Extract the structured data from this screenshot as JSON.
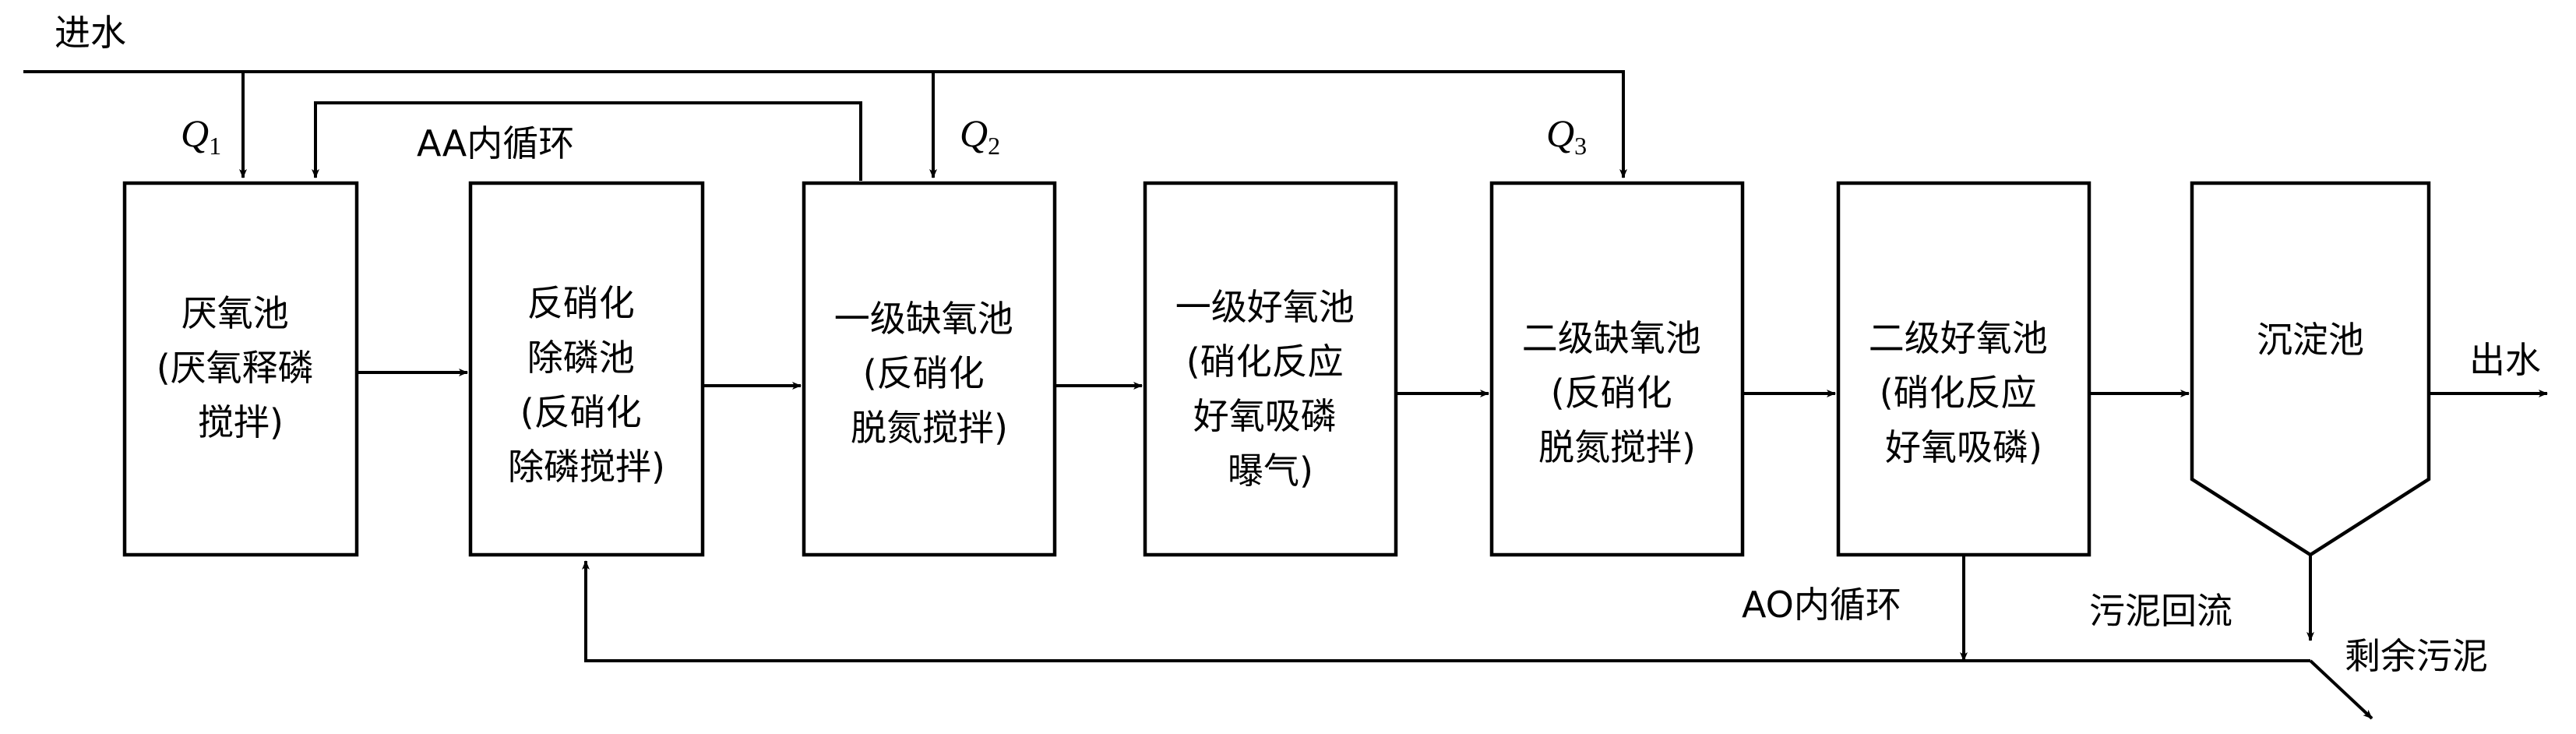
{
  "inflow_label": "进水",
  "outflow_label": "出水",
  "flow_splits": [
    {
      "symbol": "Q",
      "sub": "1"
    },
    {
      "symbol": "Q",
      "sub": "2"
    },
    {
      "symbol": "Q",
      "sub": "3"
    }
  ],
  "tanks": [
    {
      "lines": [
        "厌氧池",
        "(厌氧释磷",
        "搅拌)"
      ]
    },
    {
      "lines": [
        "反硝化",
        "除磷池",
        "(反硝化",
        "除磷搅拌)"
      ]
    },
    {
      "lines": [
        "一级缺氧池",
        "(反硝化",
        "脱氮搅拌)"
      ]
    },
    {
      "lines": [
        "一级好氧池",
        "(硝化反应",
        "好氧吸磷",
        "曝气)"
      ]
    },
    {
      "lines": [
        "二级缺氧池",
        "(反硝化",
        "脱氮搅拌)"
      ]
    },
    {
      "lines": [
        "二级好氧池",
        "(硝化反应",
        "好氧吸磷)"
      ]
    }
  ],
  "clarifier_label": "沉淀池",
  "recycles": {
    "aa_internal": "AA内循环",
    "ao_internal": "AO内循环",
    "sludge_return": "污泥回流",
    "excess_sludge": "剩余污泥"
  }
}
